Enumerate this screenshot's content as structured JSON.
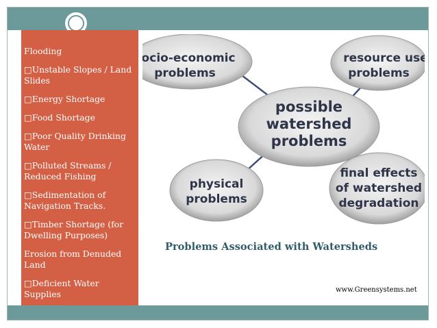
{
  "sidebar": {
    "items": [
      "Flooding",
      "□Unstable Slopes / Land Slides",
      "□Energy Shortage",
      "□Food Shortage",
      "□Poor Quality Drinking Water",
      "□Polluted Streams / Reduced Fishing",
      "□Sedimentation of Navigation Tracks.",
      "□Timber Shortage (for Dwelling Purposes)",
      "Erosion from Denuded Land",
      "□Deficient Water Supplies"
    ]
  },
  "diagram": {
    "center": [
      "possible",
      "watershed",
      "problems"
    ],
    "top_left": [
      "socio-economic",
      "problems"
    ],
    "top_right": [
      "resource use",
      "problems"
    ],
    "bottom_left": [
      "physical",
      "problems"
    ],
    "bottom_right": [
      "final effects",
      "of watershed",
      "degradation"
    ]
  },
  "caption": "Problems Associated with Watersheds",
  "credit": "www.Greensystems.net",
  "colors": {
    "sidebar": "#d35f45",
    "header": "#6c9a9a",
    "caption": "#315d6b"
  }
}
